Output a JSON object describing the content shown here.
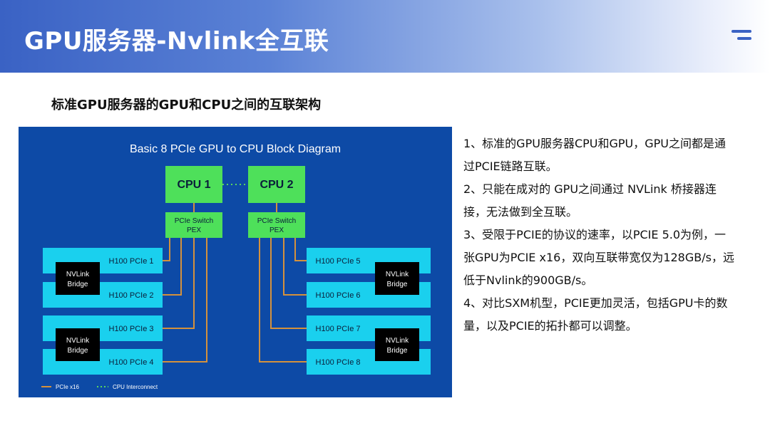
{
  "header": {
    "title": "GPU服务器-Nvlink全互联",
    "menu_icon": "menu-icon"
  },
  "subtitle": "标准GPU服务器的GPU和CPU之间的互联架构",
  "diagram": {
    "title": "Basic 8 PCIe GPU to CPU Block Diagram",
    "cpus": [
      "CPU 1",
      "CPU 2"
    ],
    "switch_line1": "PCIe Switch",
    "switch_line2": "PEX",
    "gpus": [
      "H100 PCIe 1",
      "H100 PCIe 2",
      "H100 PCIe 3",
      "H100 PCIe 4",
      "H100 PCIe 5",
      "H100 PCIe 6",
      "H100 PCIe 7",
      "H100 PCIe 8"
    ],
    "bridge_line1": "NVLink",
    "bridge_line2": "Bridge",
    "legend": [
      "PCIe x16",
      "CPU Interconnect"
    ],
    "colors": {
      "background": "#0d4aa6",
      "cpu": "#4ee05a",
      "gpu": "#1ad0ee",
      "bridge": "#000000",
      "pcie": "#d4913c",
      "interconnect": "#59d65f"
    }
  },
  "notes": [
    "1、标准的GPU服务器CPU和GPU，GPU之间都是通过PCIE链路互联。",
    "2、只能在成对的 GPU之间通过 NVLink 桥接器连接，无法做到全互联。",
    "3、受限于PCIE的协议的速率，以PCIE 5.0为例，一张GPU为PCIE x16，双向互联带宽仅为128GB/s，远低于Nvlink的900GB/s。",
    "4、对比SXM机型，PCIE更加灵活，包括GPU卡的数量，以及PCIE的拓扑都可以调整。"
  ]
}
